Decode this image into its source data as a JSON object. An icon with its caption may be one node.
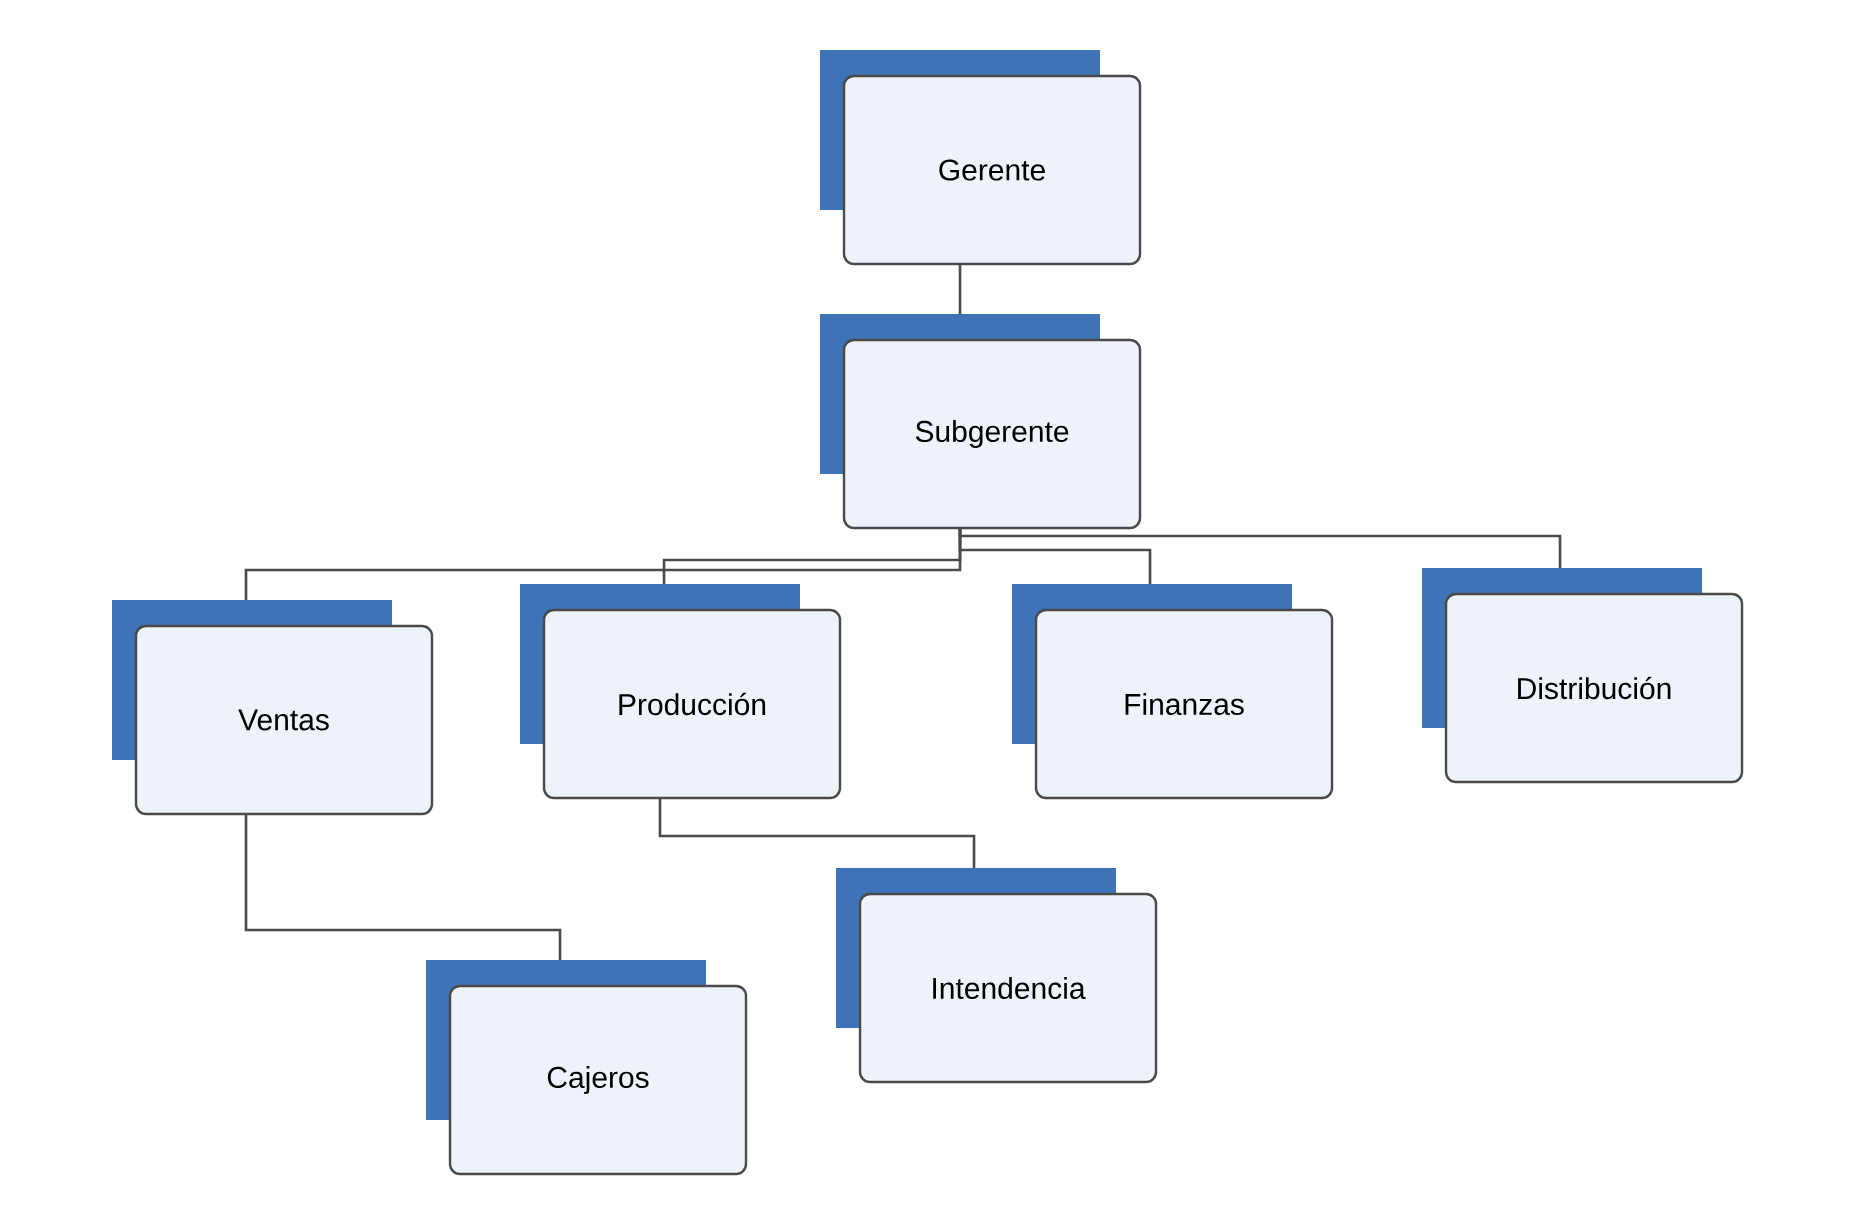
{
  "diagram": {
    "nodes": [
      {
        "text": [
          "Gerente"
        ]
      },
      {
        "text": [
          "Subgerente"
        ]
      },
      {
        "text": [
          "Ventas"
        ]
      },
      {
        "text": [
          "Producción"
        ]
      },
      {
        "text": [
          "Finanzas"
        ]
      },
      {
        "text": [
          "Distribución"
        ]
      },
      {
        "text": [
          "Intendencia"
        ]
      },
      {
        "text": [
          "Cajeros"
        ]
      }
    ],
    "edges": [
      {
        "from": 0,
        "to": 1,
        "arrow": "none"
      },
      {
        "from": 1,
        "to": 2,
        "arrow": "none"
      },
      {
        "from": 1,
        "to": 3,
        "arrow": "none"
      },
      {
        "from": 1,
        "to": 4,
        "arrow": "none"
      },
      {
        "from": 1,
        "to": 5,
        "arrow": "none"
      },
      {
        "from": 3,
        "to": 6,
        "arrow": "none"
      },
      {
        "from": 2,
        "to": 7,
        "arrow": "none"
      }
    ]
  }
}
